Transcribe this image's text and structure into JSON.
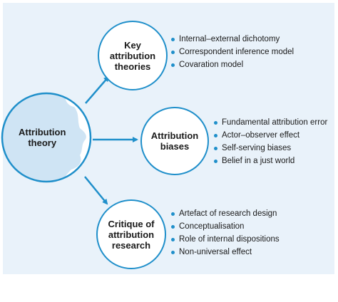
{
  "accent_color": "#1f8fca",
  "central_node": {
    "label": "Attribution\ntheory"
  },
  "branches": [
    {
      "label": "Key\nattribution\ntheories",
      "items": [
        "Internal–external dichotomy",
        "Correspondent inference model",
        "Covaration model"
      ]
    },
    {
      "label": "Attribution\nbiases",
      "items": [
        "Fundamental attribution error",
        "Actor–observer effect",
        "Self-serving biases",
        "Belief in a just world"
      ]
    },
    {
      "label": "Critique of\nattribution\nresearch",
      "items": [
        "Artefact of research design",
        "Conceptualisation",
        "Role of internal dispositions",
        "Non-universal effect"
      ]
    }
  ]
}
